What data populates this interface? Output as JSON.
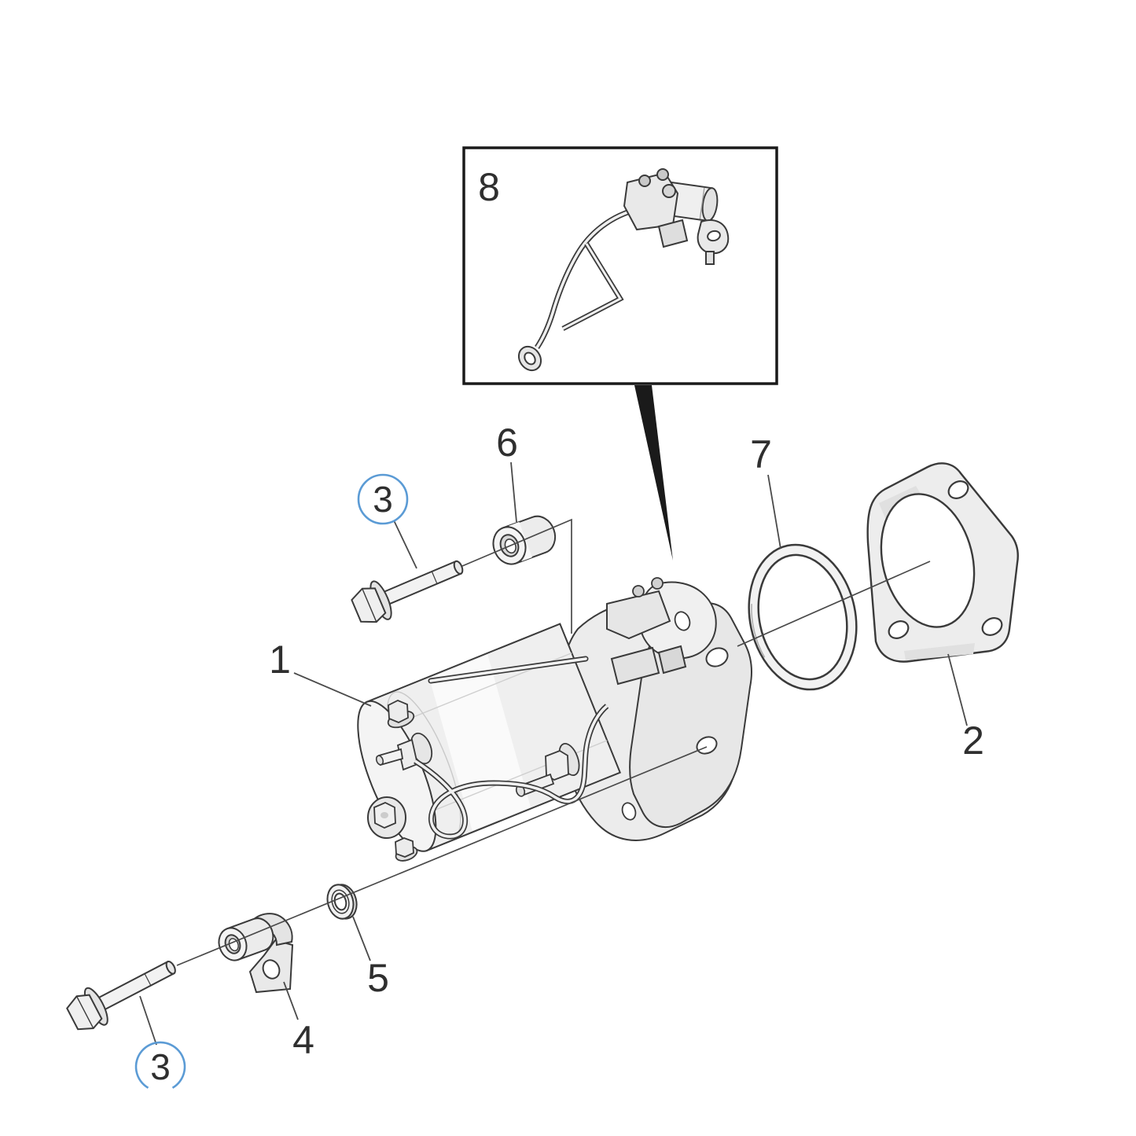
{
  "figure": {
    "type": "exploded-parts-diagram",
    "background_color": "#ffffff",
    "stroke_color": "#3a3a3a",
    "label_color": "#2f2f2f",
    "leader_color": "#4a4a4a",
    "highlight_circle_color": "#5b9bd5",
    "detail_box": {
      "label": "8"
    },
    "callouts": [
      {
        "number": "1",
        "part": "starter-motor-assembly",
        "circled": false
      },
      {
        "number": "2",
        "part": "mounting-gasket",
        "circled": false
      },
      {
        "number": "3",
        "part": "flange-bolt-upper",
        "circled": true
      },
      {
        "number": "3",
        "part": "flange-bolt-lower",
        "circled": true
      },
      {
        "number": "4",
        "part": "support-bracket",
        "circled": false
      },
      {
        "number": "5",
        "part": "washer",
        "circled": false
      },
      {
        "number": "6",
        "part": "spacer-bushing",
        "circled": false
      },
      {
        "number": "7",
        "part": "o-ring-seal",
        "circled": false
      },
      {
        "number": "8",
        "part": "solenoid-with-cable-detail",
        "circled": false
      }
    ]
  }
}
